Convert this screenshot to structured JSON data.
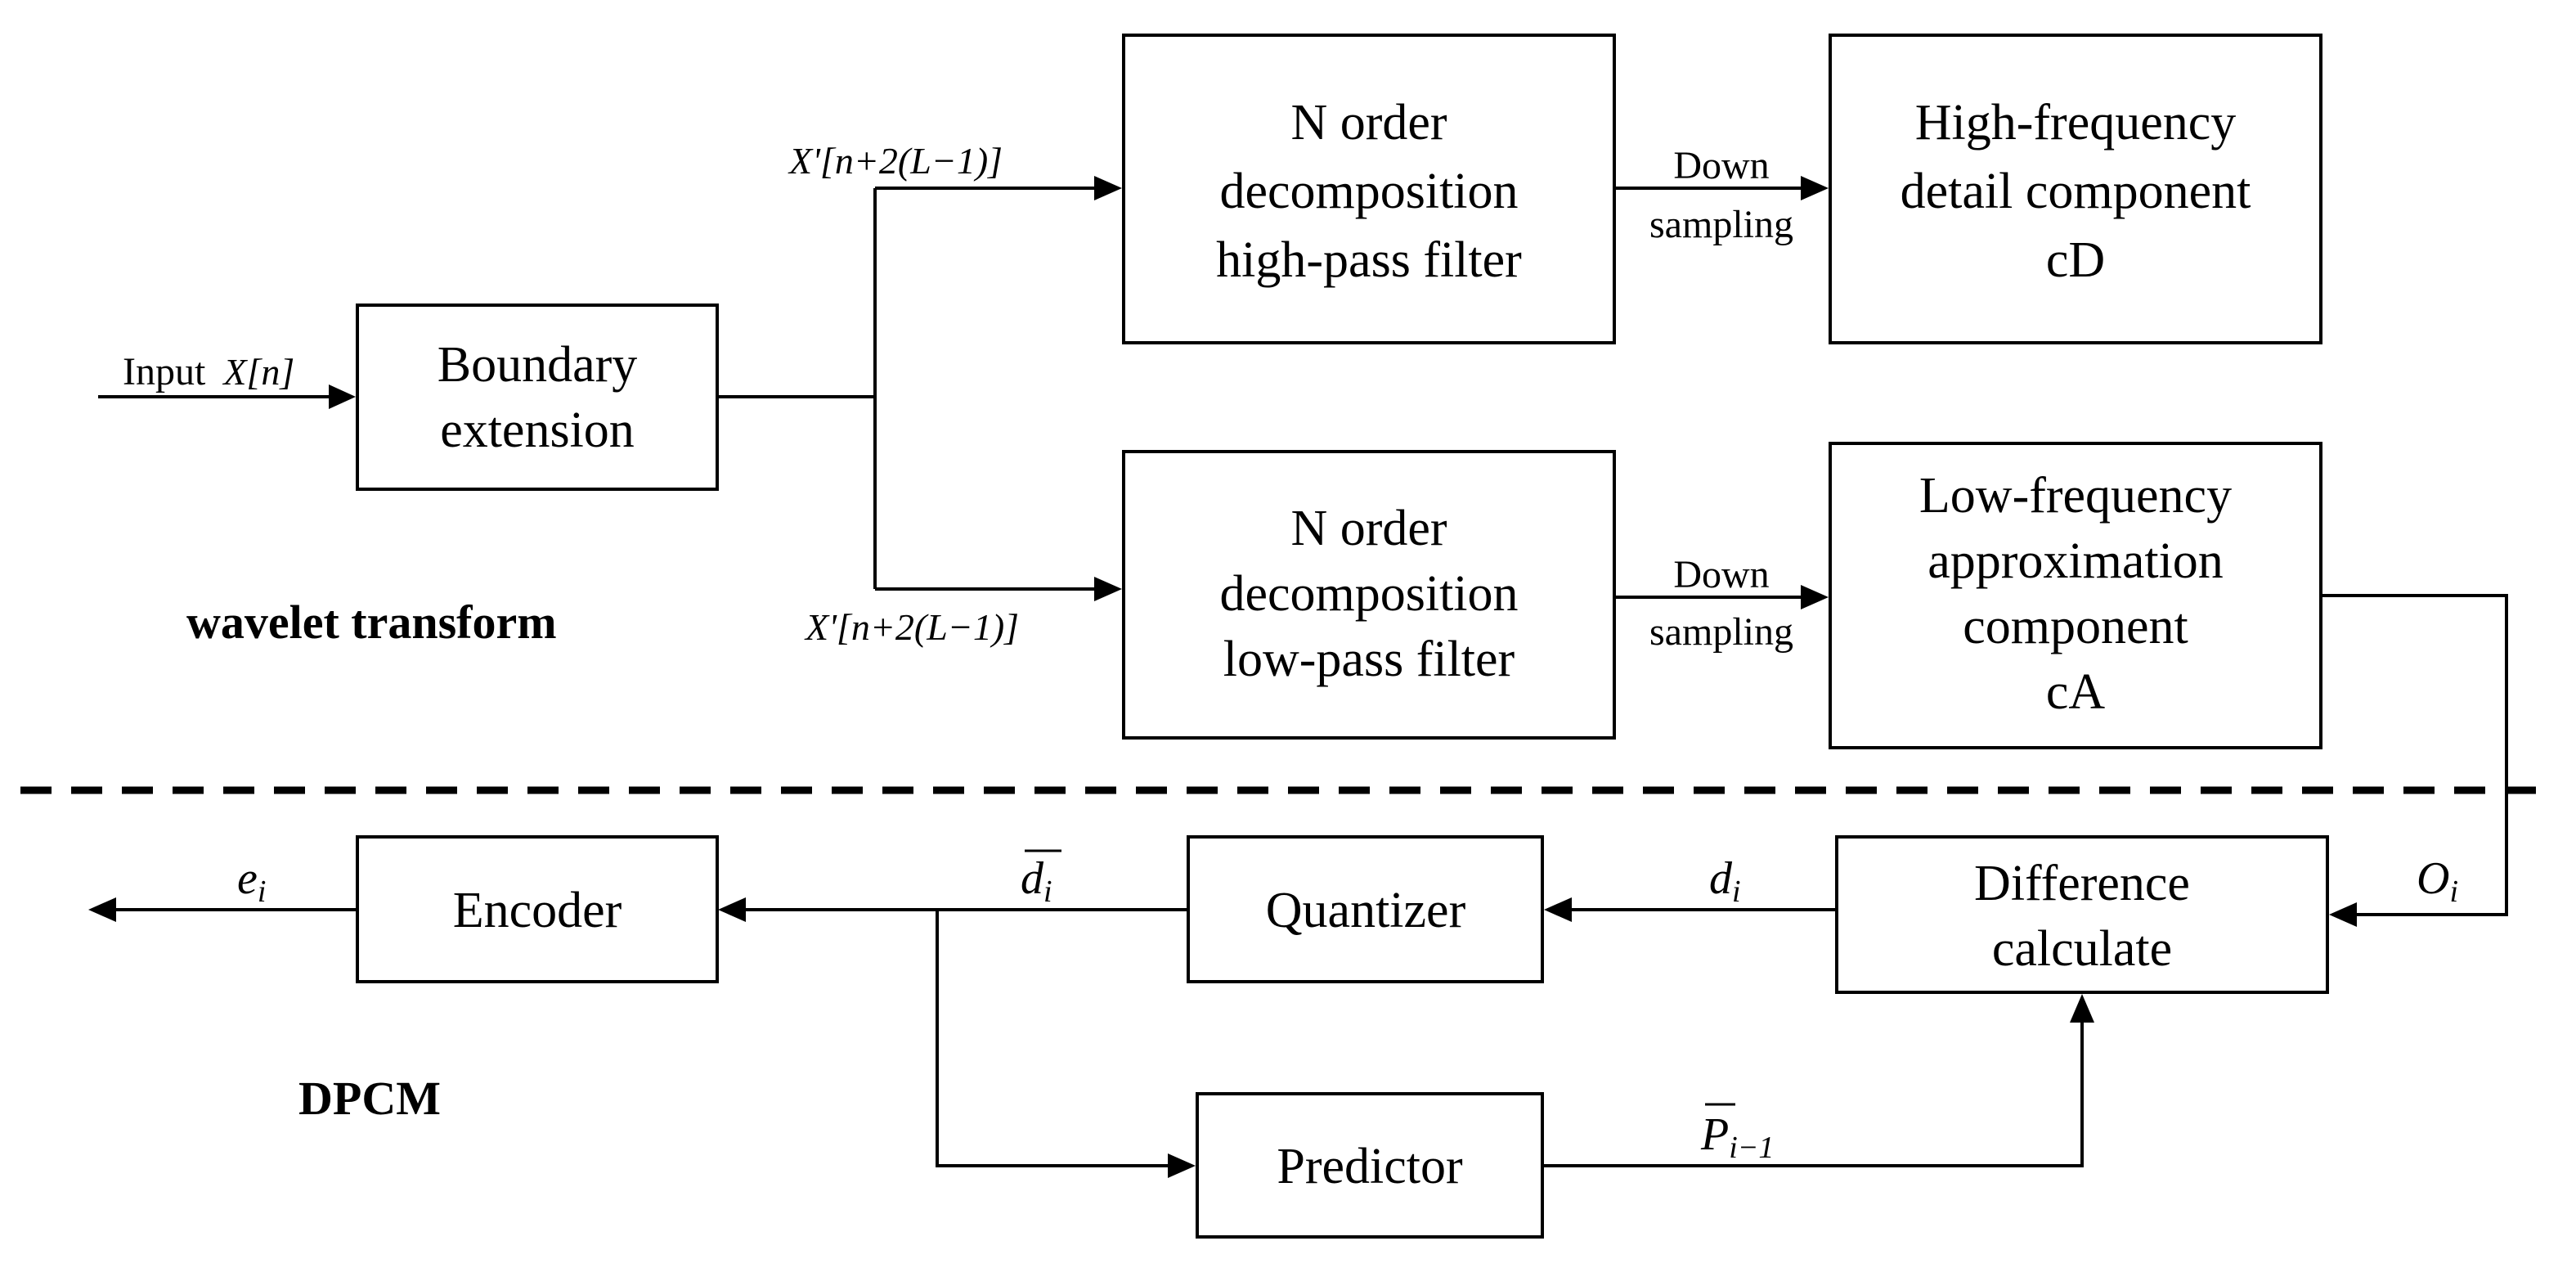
{
  "sections": {
    "top": "wavelet transform",
    "bottom": "DPCM"
  },
  "boxes": {
    "boundary": [
      "Boundary",
      "extension"
    ],
    "highpass": [
      "N order",
      "decomposition",
      "high-pass filter"
    ],
    "lowpass": [
      "N order",
      "decomposition",
      "low-pass filter"
    ],
    "highfreq": [
      "High-frequency",
      "detail component",
      "cD"
    ],
    "lowfreq": [
      "Low-frequency",
      "approximation",
      "component",
      "cA"
    ],
    "encoder": "Encoder",
    "quantizer": "Quantizer",
    "difference": [
      "Difference",
      "calculate"
    ],
    "predictor": "Predictor"
  },
  "labels": {
    "input_text": "Input",
    "input_var": "X[n]",
    "extended_signal": "X'[n+2(L−1)]",
    "down_sampling": [
      "Down",
      "sampling"
    ],
    "e_base": "e",
    "e_sub": "i",
    "dbar_base": "d",
    "dbar_sub": "i",
    "d_base": "d",
    "d_sub": "i",
    "o_base": "O",
    "o_sub": "i",
    "p_base": "P",
    "p_sub": "i−1"
  }
}
